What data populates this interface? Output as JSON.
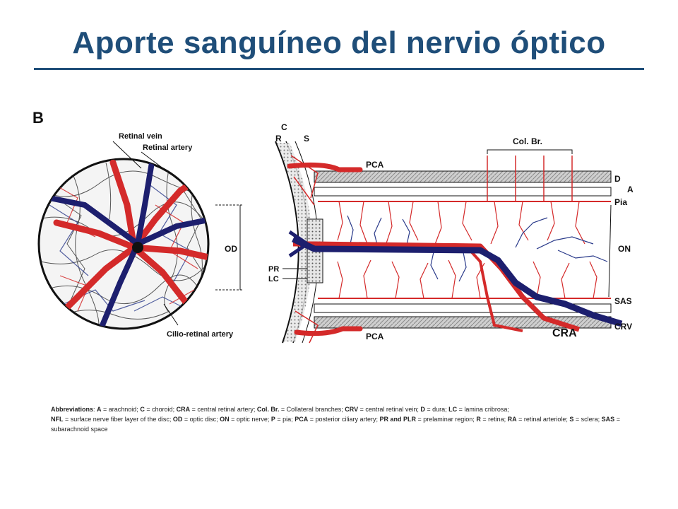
{
  "slide": {
    "title": "Aporte sanguíneo del nervio óptico"
  },
  "figure": {
    "panel_letter": "B",
    "labels": {
      "retinal_vein": "Retinal vein",
      "retinal_artery": "Retinal artery",
      "cilio_retinal_artery": "Cilio-retinal artery",
      "od": "OD",
      "pr": "PR",
      "lc": "LC",
      "c": "C",
      "r": "R",
      "s": "S",
      "pca_top": "PCA",
      "pca_bottom": "PCA",
      "col_br": "Col. Br.",
      "d": "D",
      "a": "A",
      "pia": "Pia",
      "on": "ON",
      "sas": "SAS",
      "cra": "CRA",
      "crv": "CRV"
    },
    "colors": {
      "artery": "#d42a2a",
      "vein": "#1d1f6e",
      "sheath": "#bdbdbd",
      "ink": "#111111"
    }
  },
  "abbreviations": {
    "heading": "Abbreviations",
    "line1": [
      {
        "abbr": "A",
        "def": "arachnoid"
      },
      {
        "abbr": "C",
        "def": "choroid"
      },
      {
        "abbr": "CRA",
        "def": "central retinal artery"
      },
      {
        "abbr": "Col. Br.",
        "def": "Collateral branches"
      },
      {
        "abbr": "CRV",
        "def": "central retinal vein"
      },
      {
        "abbr": "D",
        "def": "dura"
      },
      {
        "abbr": "LC",
        "def": "lamina cribrosa"
      }
    ],
    "line2": [
      {
        "abbr": "NFL",
        "def": "surface nerve fiber layer of the disc"
      },
      {
        "abbr": "OD",
        "def": "optic disc"
      },
      {
        "abbr": "ON",
        "def": "optic nerve"
      },
      {
        "abbr": "P",
        "def": "pia"
      },
      {
        "abbr": "PCA",
        "def": "posterior ciliary artery"
      },
      {
        "abbr": "PR and PLR",
        "def": "prelaminar region"
      },
      {
        "abbr": "R",
        "def": "retina"
      },
      {
        "abbr": "RA",
        "def": "retinal arteriole"
      },
      {
        "abbr": "S",
        "def": "sclera"
      },
      {
        "abbr": "SAS",
        "def": "subarachnoid space"
      }
    ]
  }
}
